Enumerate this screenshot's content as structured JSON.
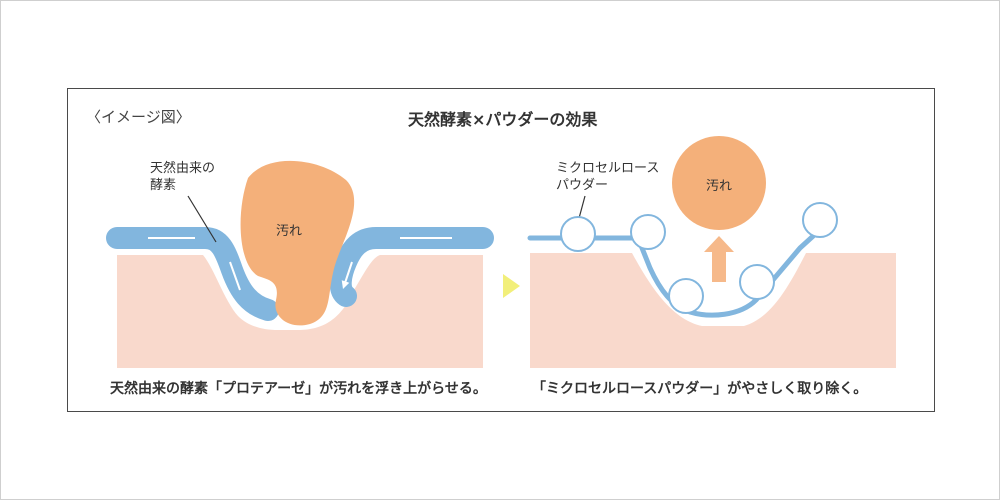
{
  "image_label": "〈イメージ図〉",
  "title": "天然酵素×パウダーの効果",
  "left_scene": {
    "callout_label": [
      "天然由来の",
      "酵素"
    ],
    "dirt_label": "汚れ",
    "caption": "天然由来の酵素「プロテアーゼ」が汚れを浮き上がらせる。"
  },
  "right_scene": {
    "callout_label": [
      "ミクロセルロース",
      "パウダー"
    ],
    "dirt_label": "汚れ",
    "caption": "「ミクロセルロースパウダー」がやさしく取り除く。"
  },
  "colors": {
    "skin": "#f9d9cc",
    "enzyme_layer": "#82b6de",
    "dirt": "#f4b07a",
    "arrow_next": "#f2ef7a",
    "lift_arrow": "#f6b98a",
    "frame": "#4a4a4a"
  }
}
